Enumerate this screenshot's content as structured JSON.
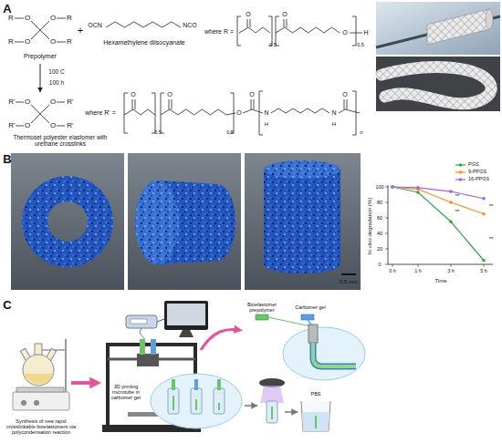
{
  "diagram": {
    "labels": [
      "A",
      "R",
      "O",
      "O",
      "R",
      "R",
      "O",
      "O",
      "R",
      "Prepolymer",
      "+",
      "OCN",
      "NCO",
      "Hexamethylene diisocyanate",
      "where R =",
      "O",
      "0.5",
      "O",
      "O",
      "0.5",
      "H",
      "100 C",
      "100 h",
      "R'",
      "O",
      "O",
      "R'",
      "R'",
      "O",
      "O",
      "R'",
      "Thermoset polyester elastomer with urethane crosslinks",
      "where R' =",
      "O",
      "0.5",
      "O",
      "0.5",
      "O",
      "O",
      "N",
      "H",
      "N",
      "H",
      "O",
      "n",
      "B",
      "0.5 mm",
      "In vitro degradation (%)",
      "100",
      "80",
      "60",
      "40",
      "20",
      "0",
      "0 h",
      "1 h",
      "3 h",
      "5 h",
      "Time",
      "**",
      "**",
      "**",
      "**",
      "C",
      "Synthesis of new rapid crosslinkable bioelastomers via polycondensation reaction",
      "Bioelastomer prepolymer",
      "Carbomer gel",
      "3D printing microtube in carbomer gel",
      "PBS"
    ],
    "legend": [
      {
        "text": "PGS"
      },
      {
        "text": "9-PPGS"
      },
      {
        "text": "16-PPGS"
      }
    ]
  }
}
